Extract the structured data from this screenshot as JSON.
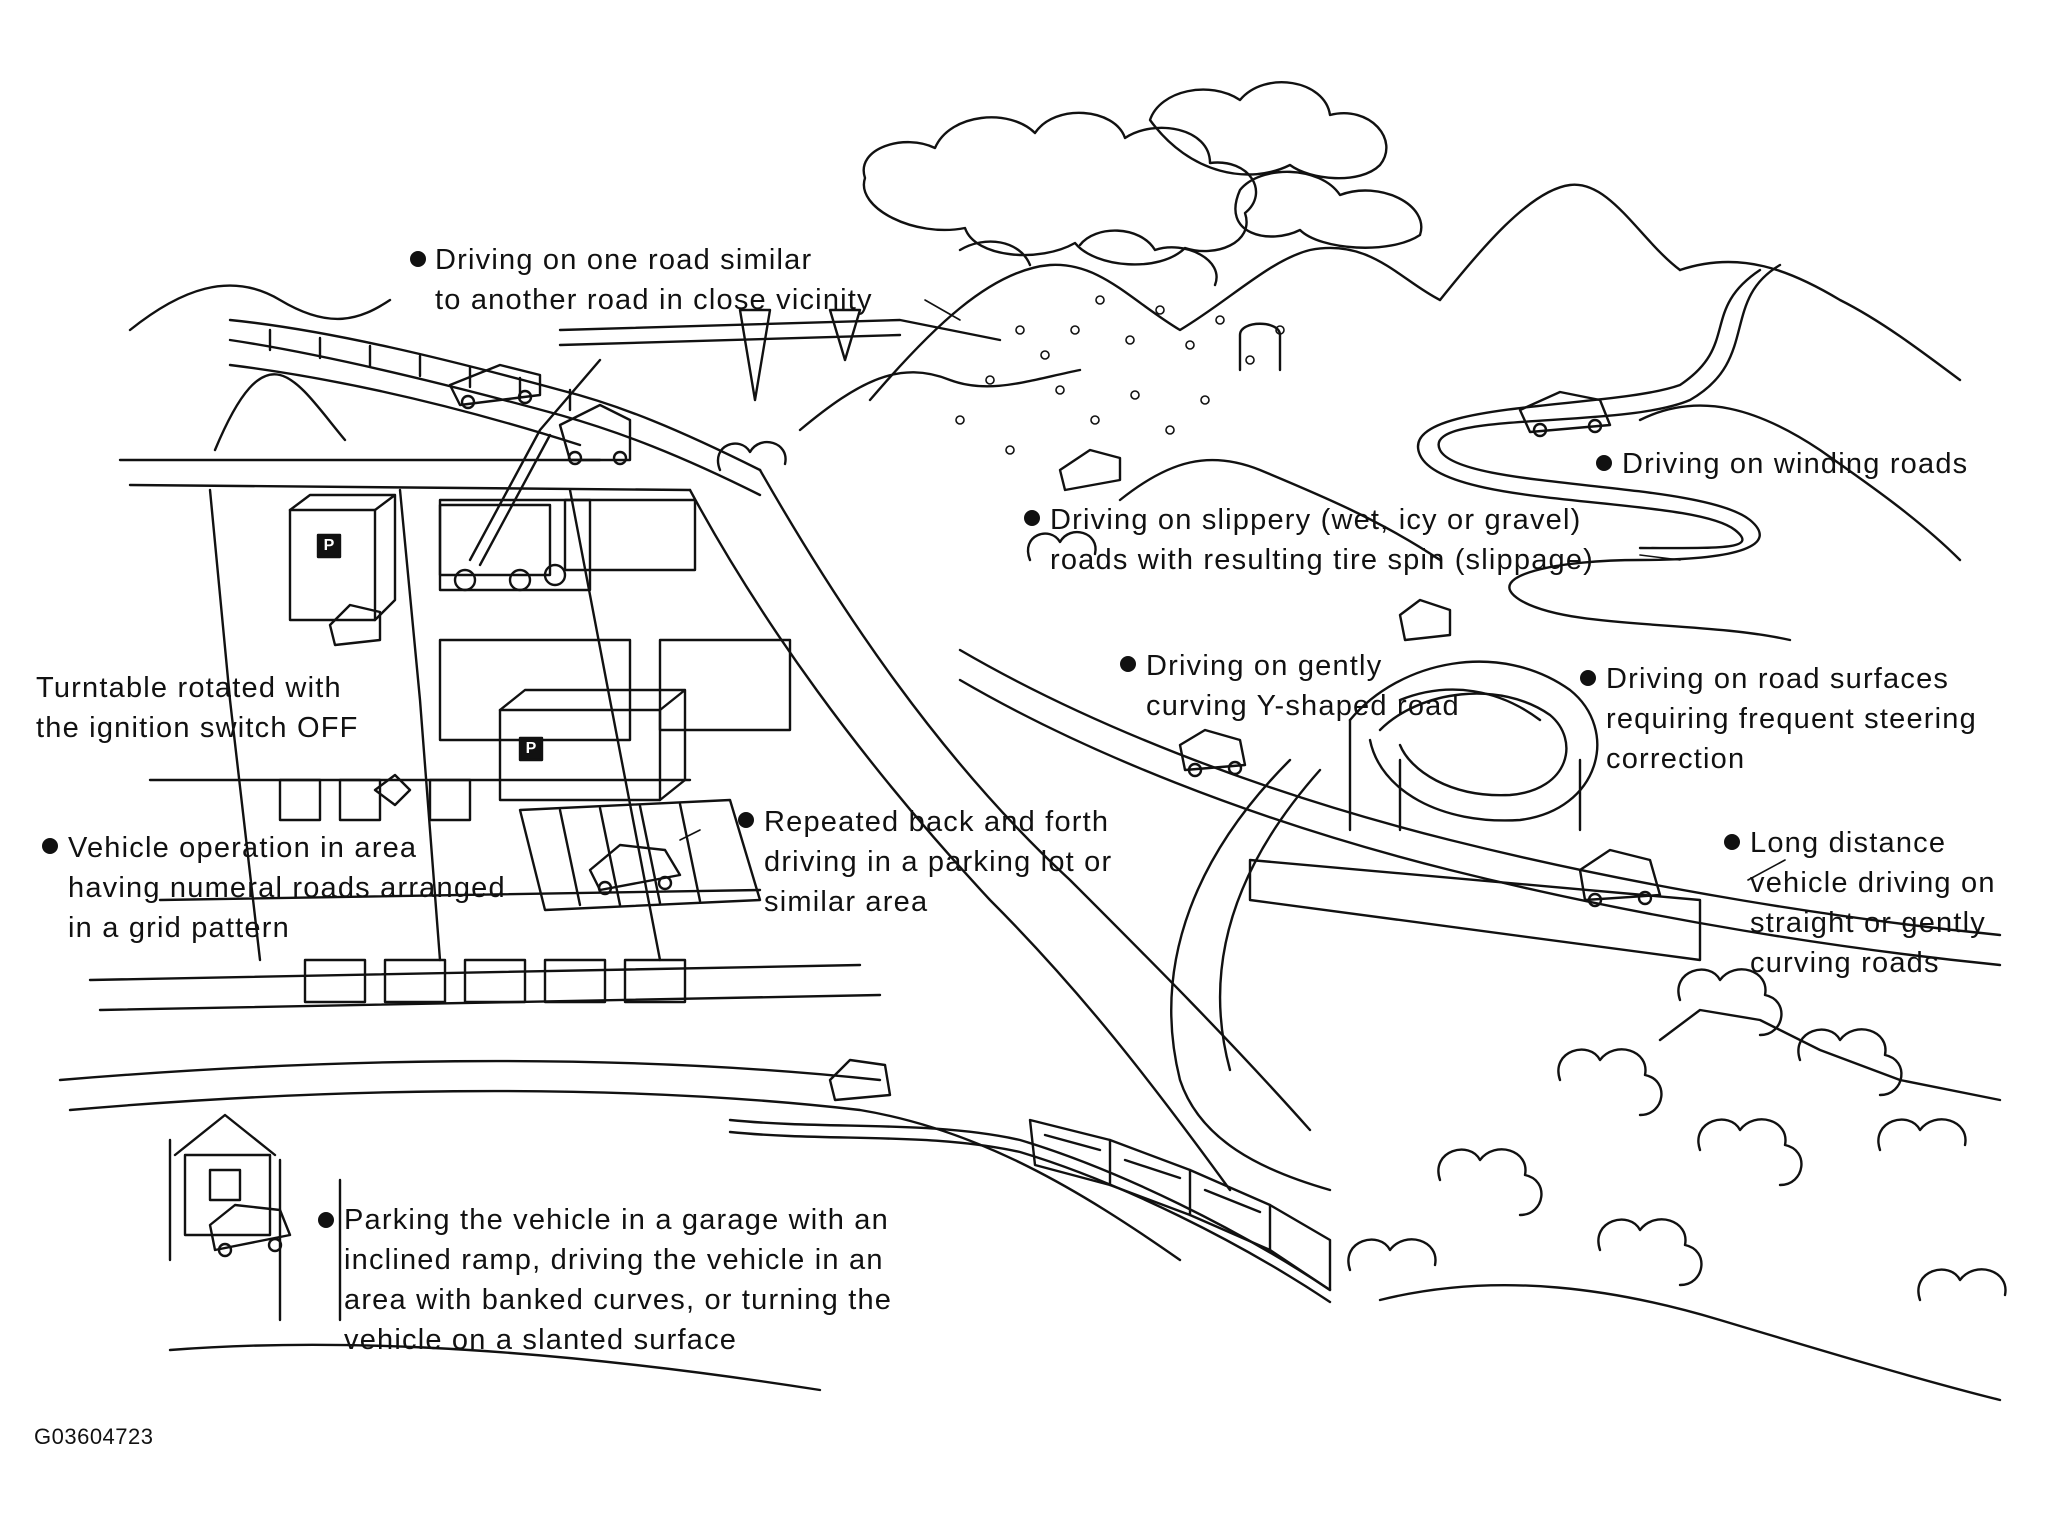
{
  "figure_id": "G03604723",
  "labels": {
    "similar_road": [
      "Driving on one road similar",
      "to another road in close vicinity"
    ],
    "winding": [
      "Driving on winding roads"
    ],
    "slippery": [
      "Driving on slippery (wet, icy or gravel)",
      "roads with resulting tire spin (slippage)"
    ],
    "y_shaped": [
      "Driving on gently",
      "curving Y-shaped road"
    ],
    "steering": [
      "Driving on road surfaces",
      "requiring frequent steering",
      "correction"
    ],
    "turntable": [
      "Turntable rotated with",
      "the ignition switch OFF"
    ],
    "grid": [
      "Vehicle operation in area",
      "having numeral roads arranged",
      "in a grid pattern"
    ],
    "parking_lot": [
      "Repeated back and forth",
      "driving in a parking lot or",
      "similar area"
    ],
    "long_distance": [
      "Long distance",
      "vehicle driving on",
      "straight or gently",
      "curving roads"
    ],
    "garage": [
      "Parking the vehicle in a garage with an",
      "inclined ramp, driving the vehicle in an",
      "area with banked curves, or turning the",
      "vehicle on a slanted surface"
    ]
  },
  "parking_signs": [
    "P",
    "P"
  ]
}
